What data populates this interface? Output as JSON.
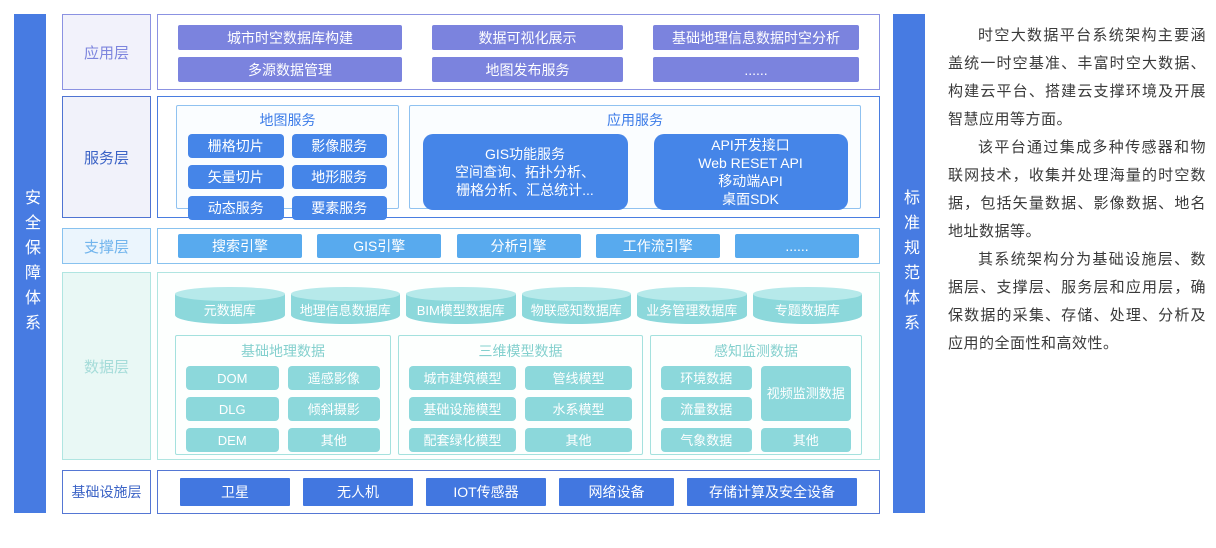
{
  "left_bar": {
    "label": "安全保障体系"
  },
  "right_bar": {
    "label": "标准规范体系"
  },
  "app": {
    "label": "应用层",
    "buttons": [
      "城市时空数据库构建",
      "数据可视化展示",
      "基础地理信息数据时空分析",
      "多源数据管理",
      "地图发布服务",
      "......"
    ]
  },
  "service": {
    "label": "服务层",
    "map_group": {
      "title": "地图服务",
      "buttons": [
        "栅格切片",
        "影像服务",
        "矢量切片",
        "地形服务",
        "动态服务",
        "要素服务"
      ]
    },
    "app_group": {
      "title": "应用服务",
      "gis_button": {
        "line1": "GIS功能服务",
        "line2": "空间查询、拓扑分析、",
        "line3": "栅格分析、汇总统计..."
      },
      "api_button": {
        "line1": "API开发接口",
        "line2": "Web RESET API",
        "line3": "移动端API",
        "line4": "桌面SDK"
      }
    }
  },
  "support": {
    "label": "支撑层",
    "buttons": [
      "搜索引擎",
      "GIS引擎",
      "分析引擎",
      "工作流引擎",
      "......"
    ]
  },
  "data": {
    "label": "数据层",
    "databases": [
      "元数据库",
      "地理信息数据库",
      "BIM模型数据库",
      "物联感知数据库",
      "业务管理数据库",
      "专题数据库"
    ],
    "group1": {
      "title": "基础地理数据",
      "buttons": [
        "DOM",
        "遥感影像",
        "DLG",
        "倾斜摄影",
        "DEM",
        "其他"
      ]
    },
    "group2": {
      "title": "三维模型数据",
      "buttons": [
        "城市建筑模型",
        "管线模型",
        "基础设施模型",
        "水系模型",
        "配套绿化模型",
        "其他"
      ]
    },
    "group3": {
      "title": "感知监测数据",
      "left_buttons": [
        "环境数据",
        "流量数据",
        "气象数据"
      ],
      "tall_button": "视频监测数据",
      "other_button": "其他"
    }
  },
  "infra": {
    "label": "基础设施层",
    "buttons": [
      "卫星",
      "无人机",
      "IOT传感器",
      "网络设备",
      "存储计算及安全设备"
    ]
  },
  "description": {
    "paragraphs": [
      "时空大数据平台系统架构主要涵盖统一时空基准、丰富时空大数据、构建云平台、搭建云支撑环境及开展智慧应用等方面。",
      "该平台通过集成多种传感器和物联网技术，收集并处理海量的时空数据，包括矢量数据、影像数据、地名地址数据等。",
      "其系统架构分为基础设施层、数据层、支撑层、服务层和应用层，确保数据的采集、存储、处理、分析及应用的全面性和高效性。"
    ]
  },
  "colors": {
    "side_bar_blue": "#477be2",
    "app_purple": "#7b83de",
    "service_blue": "#4585e8",
    "support_blue": "#58aaee",
    "data_teal": "#8cd8db",
    "infra_blue": "#4277e0"
  }
}
